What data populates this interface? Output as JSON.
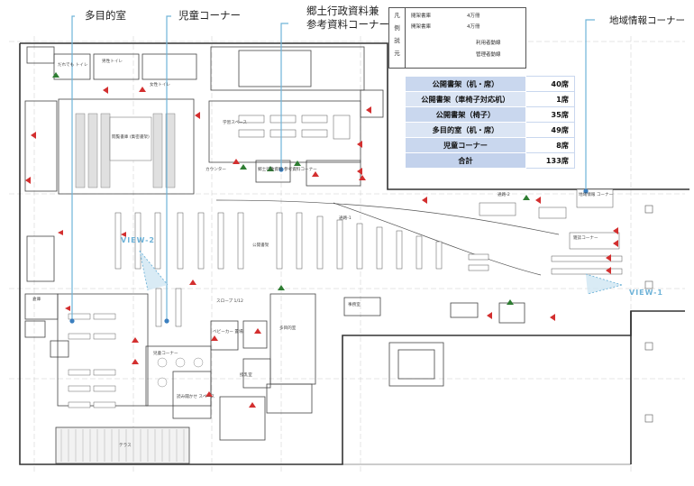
{
  "callouts": {
    "multipurpose": "多目的室",
    "children": "児童コーナー",
    "local_admin_line1": "郷土行政資料兼",
    "local_admin_line2": "参考資料コーナー",
    "regional": "地域情報コーナー"
  },
  "legend": {
    "side_chars": [
      "凡",
      "例",
      "説",
      "元"
    ],
    "rows": [
      {
        "label": "閲架書庫",
        "value": "4万冊"
      },
      {
        "label": "開架書庫",
        "value": "4万冊"
      },
      {
        "label": "利用者動線",
        "value": ""
      },
      {
        "label": "管理者動線",
        "value": ""
      }
    ]
  },
  "seat_table": {
    "rows": [
      {
        "label": "公開書架（机・席）",
        "value": "40席"
      },
      {
        "label": "公開書架（車椅子対応机）",
        "value": "1席"
      },
      {
        "label": "公開書架（椅子）",
        "value": "35席"
      },
      {
        "label": "多目的室（机・席）",
        "value": "49席"
      },
      {
        "label": "児童コーナー",
        "value": "8席"
      }
    ],
    "total": {
      "label": "合計",
      "value": "133席"
    }
  },
  "views": {
    "v1": "VIEW-1",
    "v2": "VIEW-2"
  },
  "room_labels": {
    "toilet_m": "男性トイレ",
    "toilet_f": "女性トイレ",
    "toilet_multi": "だれでも トイレ",
    "stack": "閲覧書庫 (集密書架)",
    "study": "学習スペース",
    "counter": "カウンター",
    "local_small": "郷土行政資料 参考資料コーナー",
    "open_shelf": "公開書架",
    "aisle1": "通路-1",
    "aisle2": "通路-2",
    "multi_room": "多目的室",
    "kids": "児童コーナー",
    "baby": "ベビーカー 置場",
    "nursing": "授乳室",
    "reading": "読み聞かせ スペース",
    "storage": "倉庫",
    "newspaper": "雑誌コーナー",
    "regional_small": "地域情報 コーナー",
    "terrace": "テラス",
    "office": "事務室",
    "slope": "スロープ 1/12"
  },
  "colors": {
    "wall": "#333333",
    "accent": "#6fb3d8",
    "user_flow": "#d32f2f",
    "staff_flow": "#2e7d32",
    "header_blue": "#c9d7ee"
  }
}
